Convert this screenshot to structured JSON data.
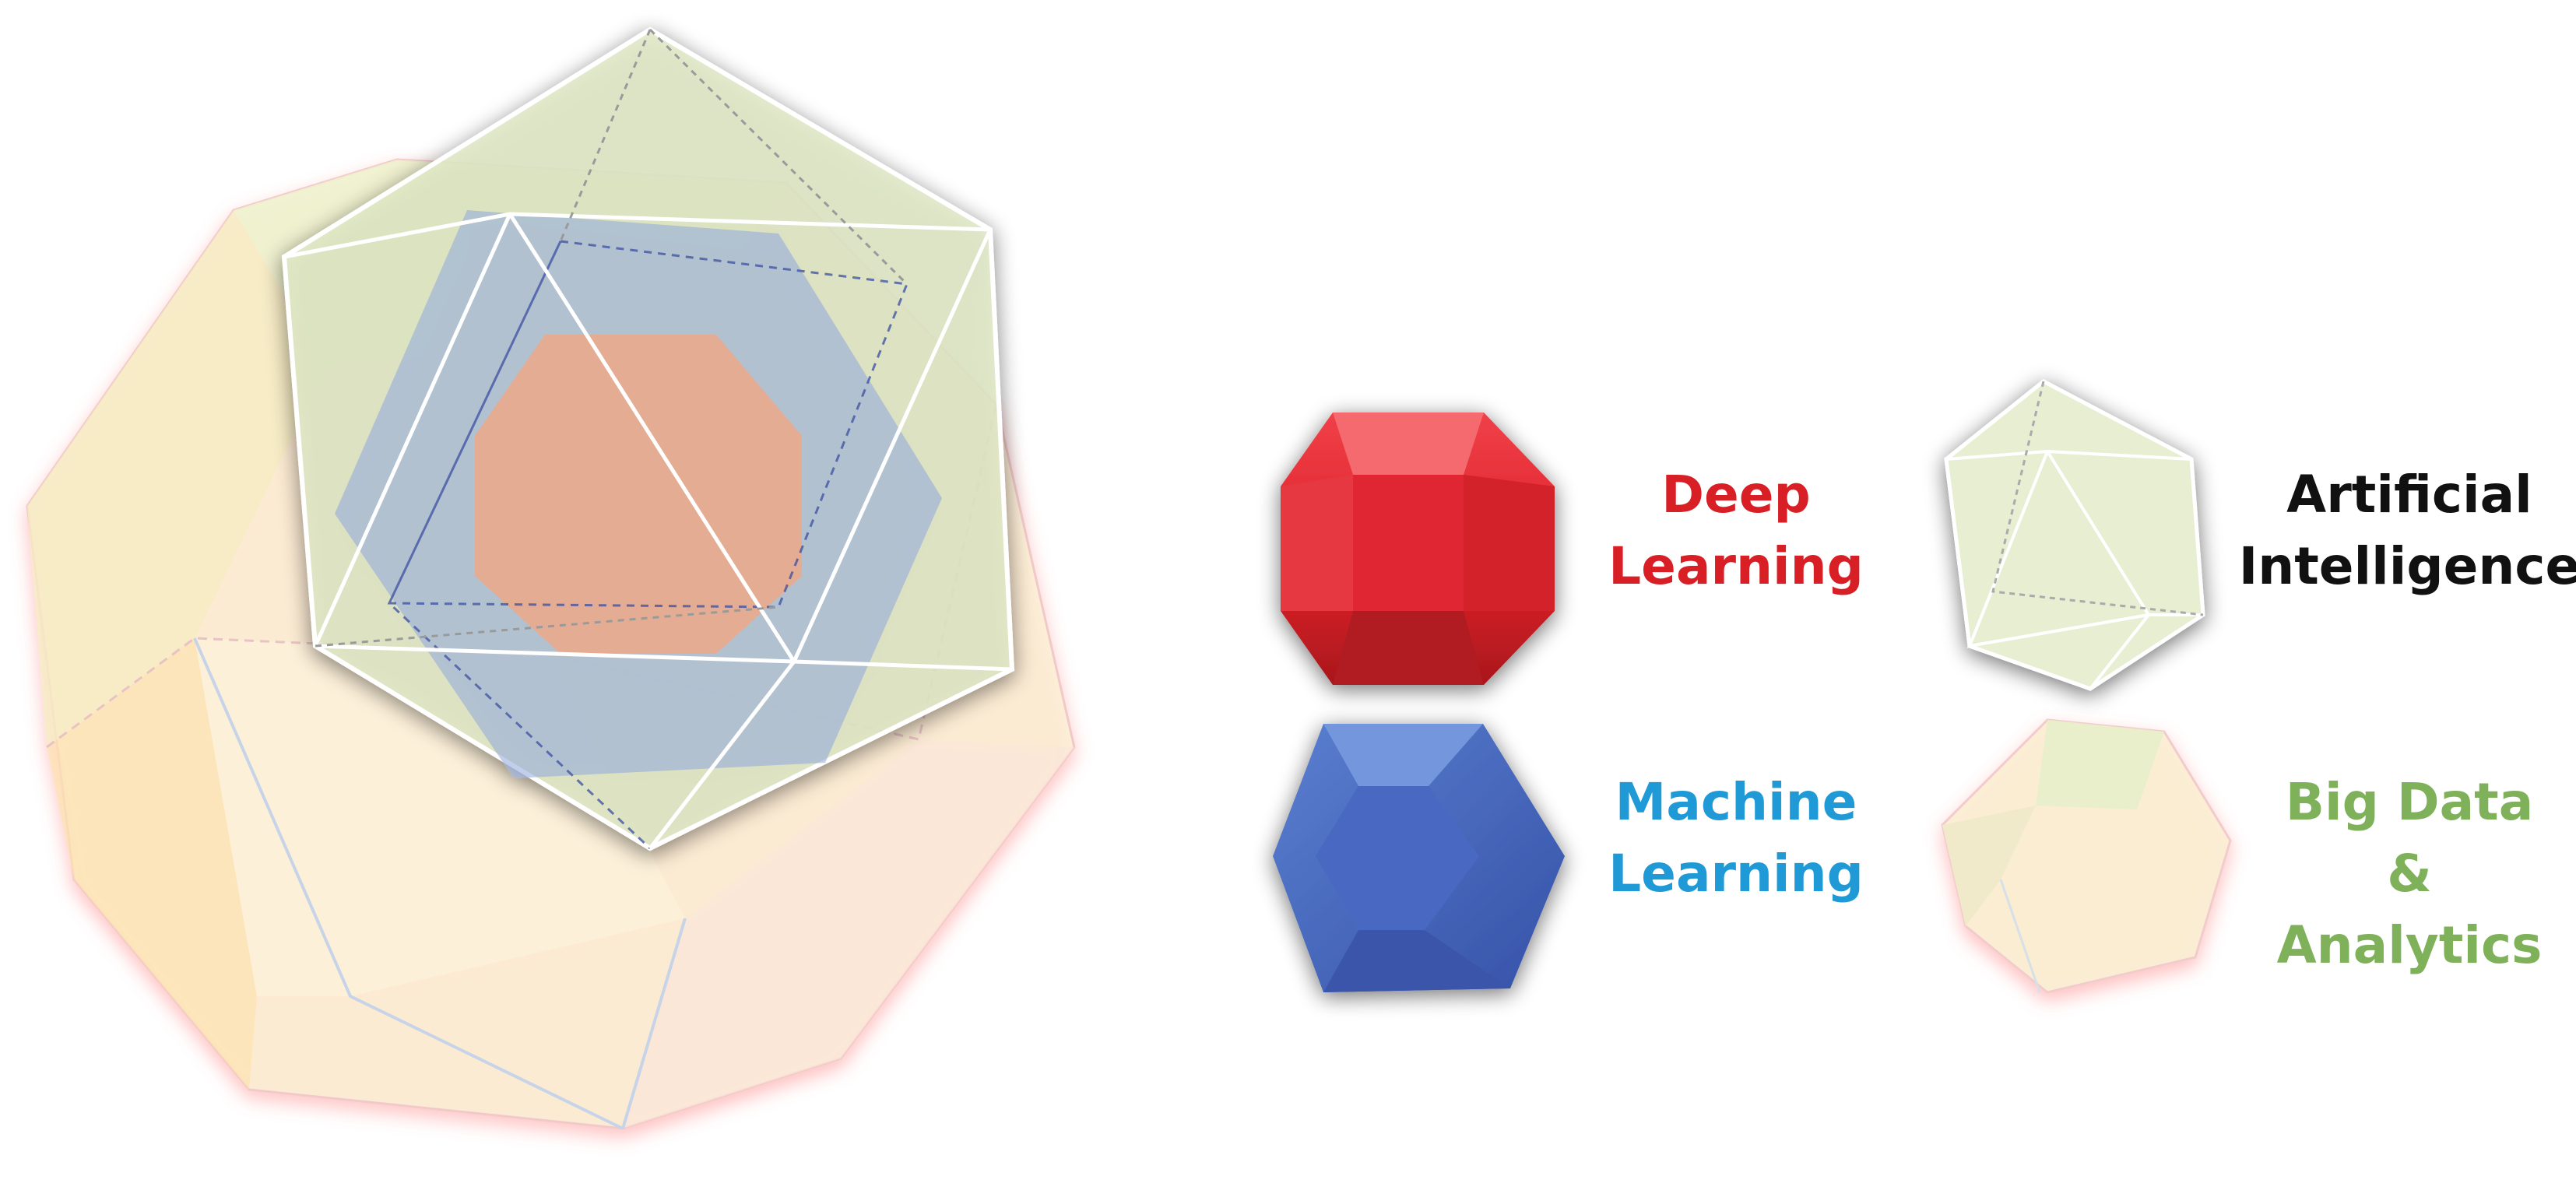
{
  "legend": {
    "deep_learning": {
      "line1": "Deep",
      "line2": "Learning",
      "color": "#d81f26"
    },
    "machine_learning": {
      "line1": "Machine",
      "line2": "Learning",
      "color": "#1f9ad6"
    },
    "artificial_intelligence": {
      "line1": "Artificial",
      "line2": "Intelligence",
      "color": "#111111"
    },
    "big_data": {
      "line1": "Big Data",
      "line2": "&",
      "line3": "Analytics",
      "color": "#7fb05a"
    }
  },
  "colors": {
    "dl_red": "#e52a2f",
    "ml_blue": "#3f5fb8",
    "ai_green": "#e3ecc8",
    "bd_cream": "#fbeed3"
  }
}
